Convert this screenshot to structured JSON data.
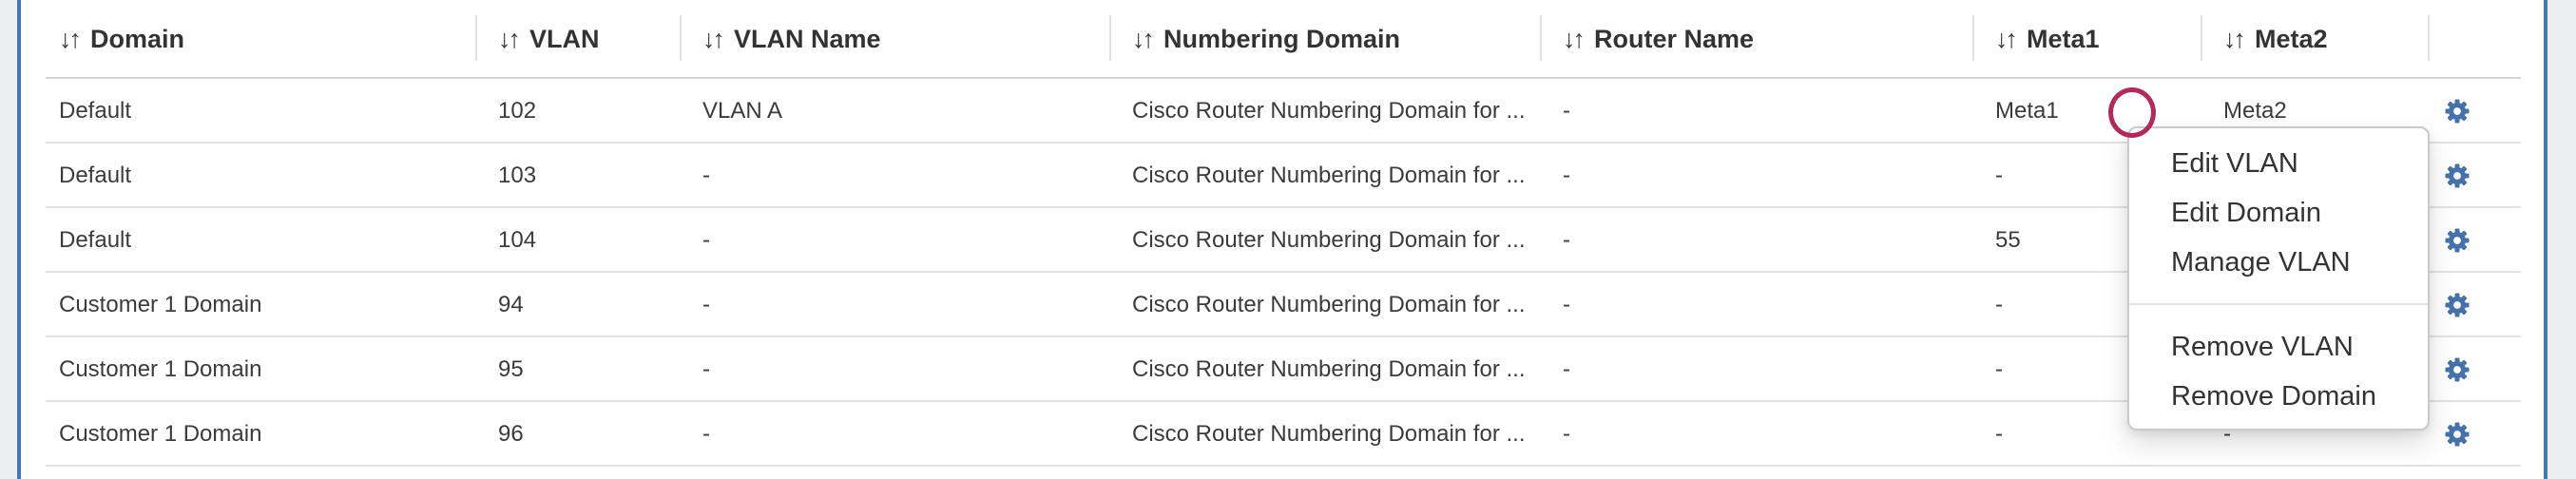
{
  "colors": {
    "accent_border": "#4477b3",
    "gear_icon": "#4672a9",
    "annotation_circle": "#b02a5b"
  },
  "table": {
    "sort_icon": "↓↑",
    "headers": [
      {
        "id": "domain",
        "label": "Domain"
      },
      {
        "id": "vlan",
        "label": "VLAN"
      },
      {
        "id": "vlan_name",
        "label": "VLAN Name"
      },
      {
        "id": "numbering_domain",
        "label": "Numbering Domain"
      },
      {
        "id": "router_name",
        "label": "Router Name"
      },
      {
        "id": "meta1",
        "label": "Meta1"
      },
      {
        "id": "meta2",
        "label": "Meta2"
      }
    ],
    "rows": [
      {
        "domain": "Default",
        "vlan": "102",
        "vlan_name": "VLAN A",
        "numbering_domain": "Cisco Router Numbering Domain for ...",
        "router_name": "-",
        "meta1": "Meta1",
        "meta2": "Meta2"
      },
      {
        "domain": "Default",
        "vlan": "103",
        "vlan_name": "-",
        "numbering_domain": "Cisco Router Numbering Domain for ...",
        "router_name": "-",
        "meta1": "-",
        "meta2": "-"
      },
      {
        "domain": "Default",
        "vlan": "104",
        "vlan_name": "-",
        "numbering_domain": "Cisco Router Numbering Domain for ...",
        "router_name": "-",
        "meta1": "55",
        "meta2": "-"
      },
      {
        "domain": "Customer 1 Domain",
        "vlan": "94",
        "vlan_name": "-",
        "numbering_domain": "Cisco Router Numbering Domain for ...",
        "router_name": "-",
        "meta1": "-",
        "meta2": "-"
      },
      {
        "domain": "Customer 1 Domain",
        "vlan": "95",
        "vlan_name": "-",
        "numbering_domain": "Cisco Router Numbering Domain for ...",
        "router_name": "-",
        "meta1": "-",
        "meta2": "-"
      },
      {
        "domain": "Customer 1 Domain",
        "vlan": "96",
        "vlan_name": "-",
        "numbering_domain": "Cisco Router Numbering Domain for ...",
        "router_name": "-",
        "meta1": "-",
        "meta2": "-"
      }
    ]
  },
  "context_menu": {
    "items_top": [
      "Edit VLAN",
      "Edit Domain",
      "Manage VLAN"
    ],
    "items_bottom": [
      "Remove VLAN",
      "Remove Domain"
    ]
  }
}
